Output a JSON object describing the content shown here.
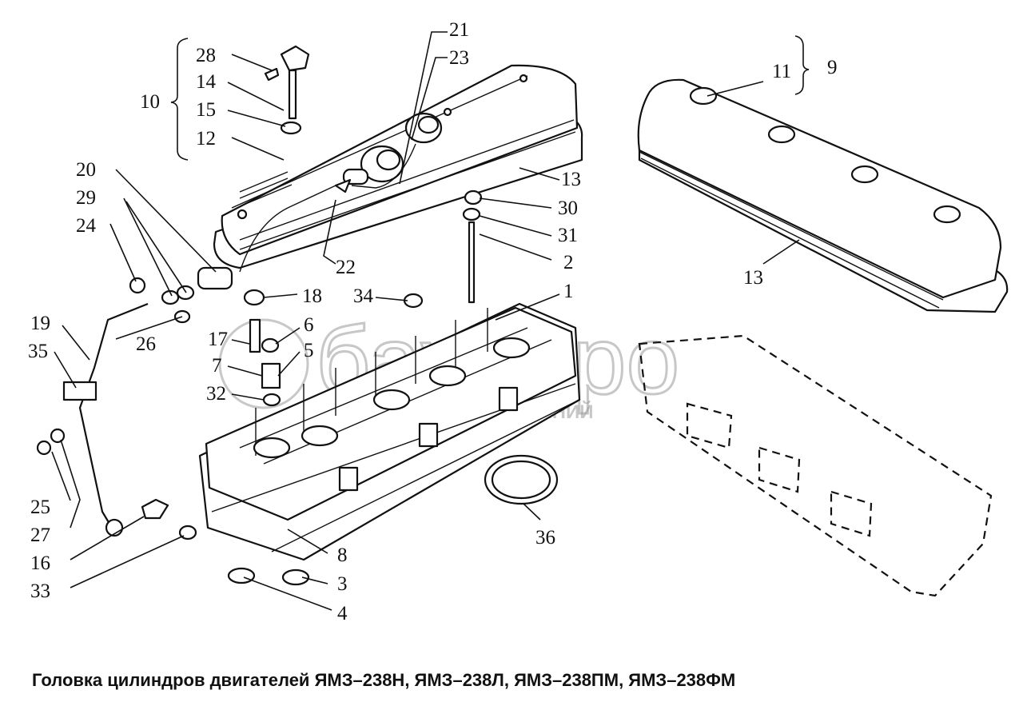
{
  "caption": "Головка цилиндров двигателей ЯМЗ–238Н, ЯМЗ–238Л, ЯМЗ–238ПМ, ЯМЗ–238ФМ",
  "watermark": {
    "main": "бауапро",
    "sub": "ГРУППА КОМПАНИЙ"
  },
  "callouts": {
    "c1": "1",
    "c2": "2",
    "c3": "3",
    "c4": "4",
    "c5": "5",
    "c6": "6",
    "c7": "7",
    "c8": "8",
    "c9": "9",
    "c10": "10",
    "c11": "11",
    "c12": "12",
    "c13a": "13",
    "c13b": "13",
    "c14": "14",
    "c15": "15",
    "c16": "16",
    "c17": "17",
    "c18": "18",
    "c19": "19",
    "c20": "20",
    "c21": "21",
    "c22": "22",
    "c23": "23",
    "c24": "24",
    "c25": "25",
    "c26": "26",
    "c27": "27",
    "c28": "28",
    "c29": "29",
    "c30": "30",
    "c31": "31",
    "c32": "32",
    "c33": "33",
    "c34": "34",
    "c35": "35",
    "c36": "36"
  }
}
